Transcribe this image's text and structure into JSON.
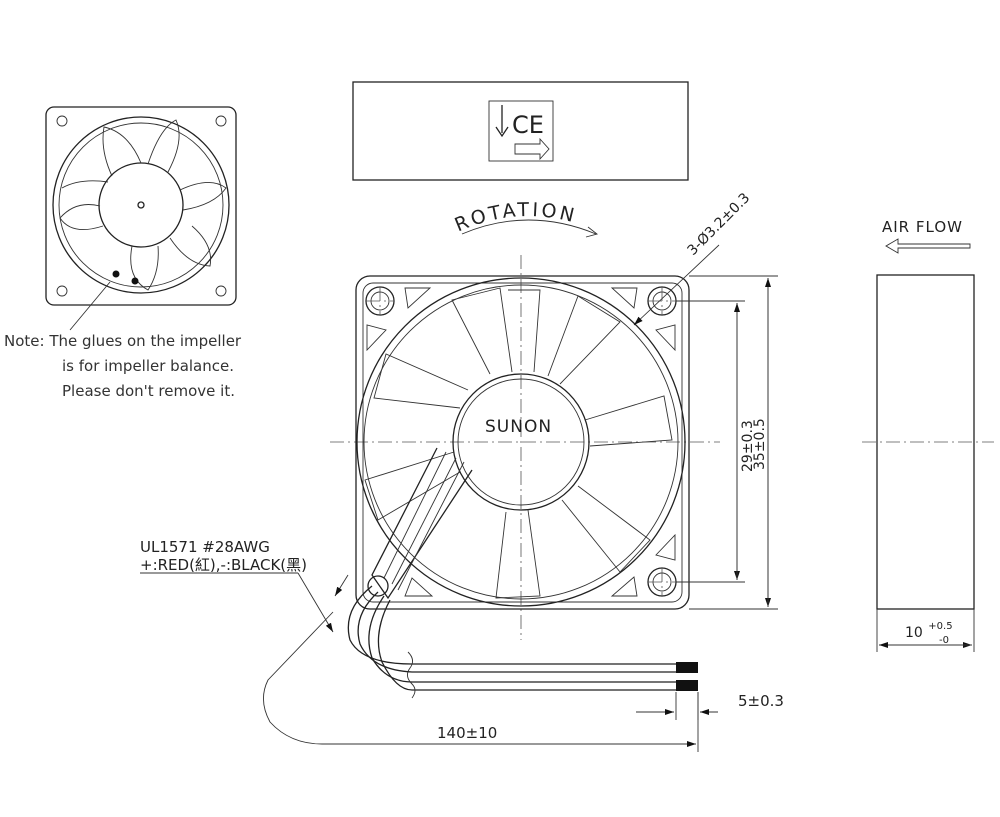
{
  "note": {
    "line1": "Note: The glues on the impeller",
    "line2": "is for impeller balance.",
    "line3": "Please don't remove it."
  },
  "labels": {
    "rotation": "ROTATION",
    "hole_spec": "3-Ø3.2±0.3",
    "air_flow": "AIR FLOW",
    "brand": "SUNON",
    "cert_mark": "CE"
  },
  "dimensions": {
    "hole_pitch": "29±0.3",
    "frame_size": "35±0.5",
    "thickness_base": "10",
    "thickness_tol_upper": "+0.5",
    "thickness_tol_lower": "-0",
    "strip_length": "5±0.3",
    "lead_length": "140±10"
  },
  "wire": {
    "spec": "UL1571  #28AWG",
    "colors": "+:RED(紅),-:BLACK(黑)"
  }
}
